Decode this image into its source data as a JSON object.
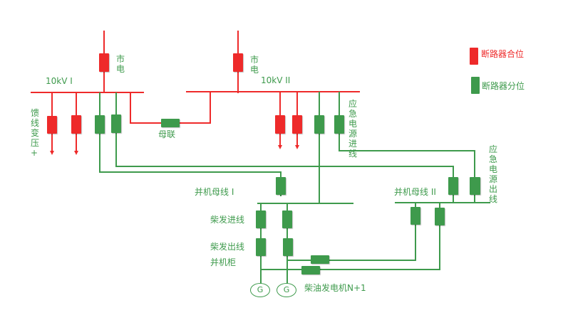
{
  "colors": {
    "closed": "#ee2a2a",
    "open": "#3e9a4c"
  },
  "labels": {
    "grid1": "市电",
    "grid2": "市电",
    "bus1": "10kV I",
    "bus2": "10kV II",
    "feeder": "馈线变压+",
    "tie": "母联",
    "emerg_in": "应急电源进线",
    "emerg_out": "应急电源出线",
    "par_bus1": "并机母线 I",
    "par_bus2": "并机母线 II",
    "diesel_in": "柴发进线",
    "diesel_out": "柴发出线",
    "par_cab": "并机柜",
    "generator": "柴油发电机N+1",
    "gen_symbol": "G"
  },
  "legend": [
    {
      "state": "closed",
      "label": "断路器合位"
    },
    {
      "state": "open",
      "label": "断路器分位"
    }
  ]
}
